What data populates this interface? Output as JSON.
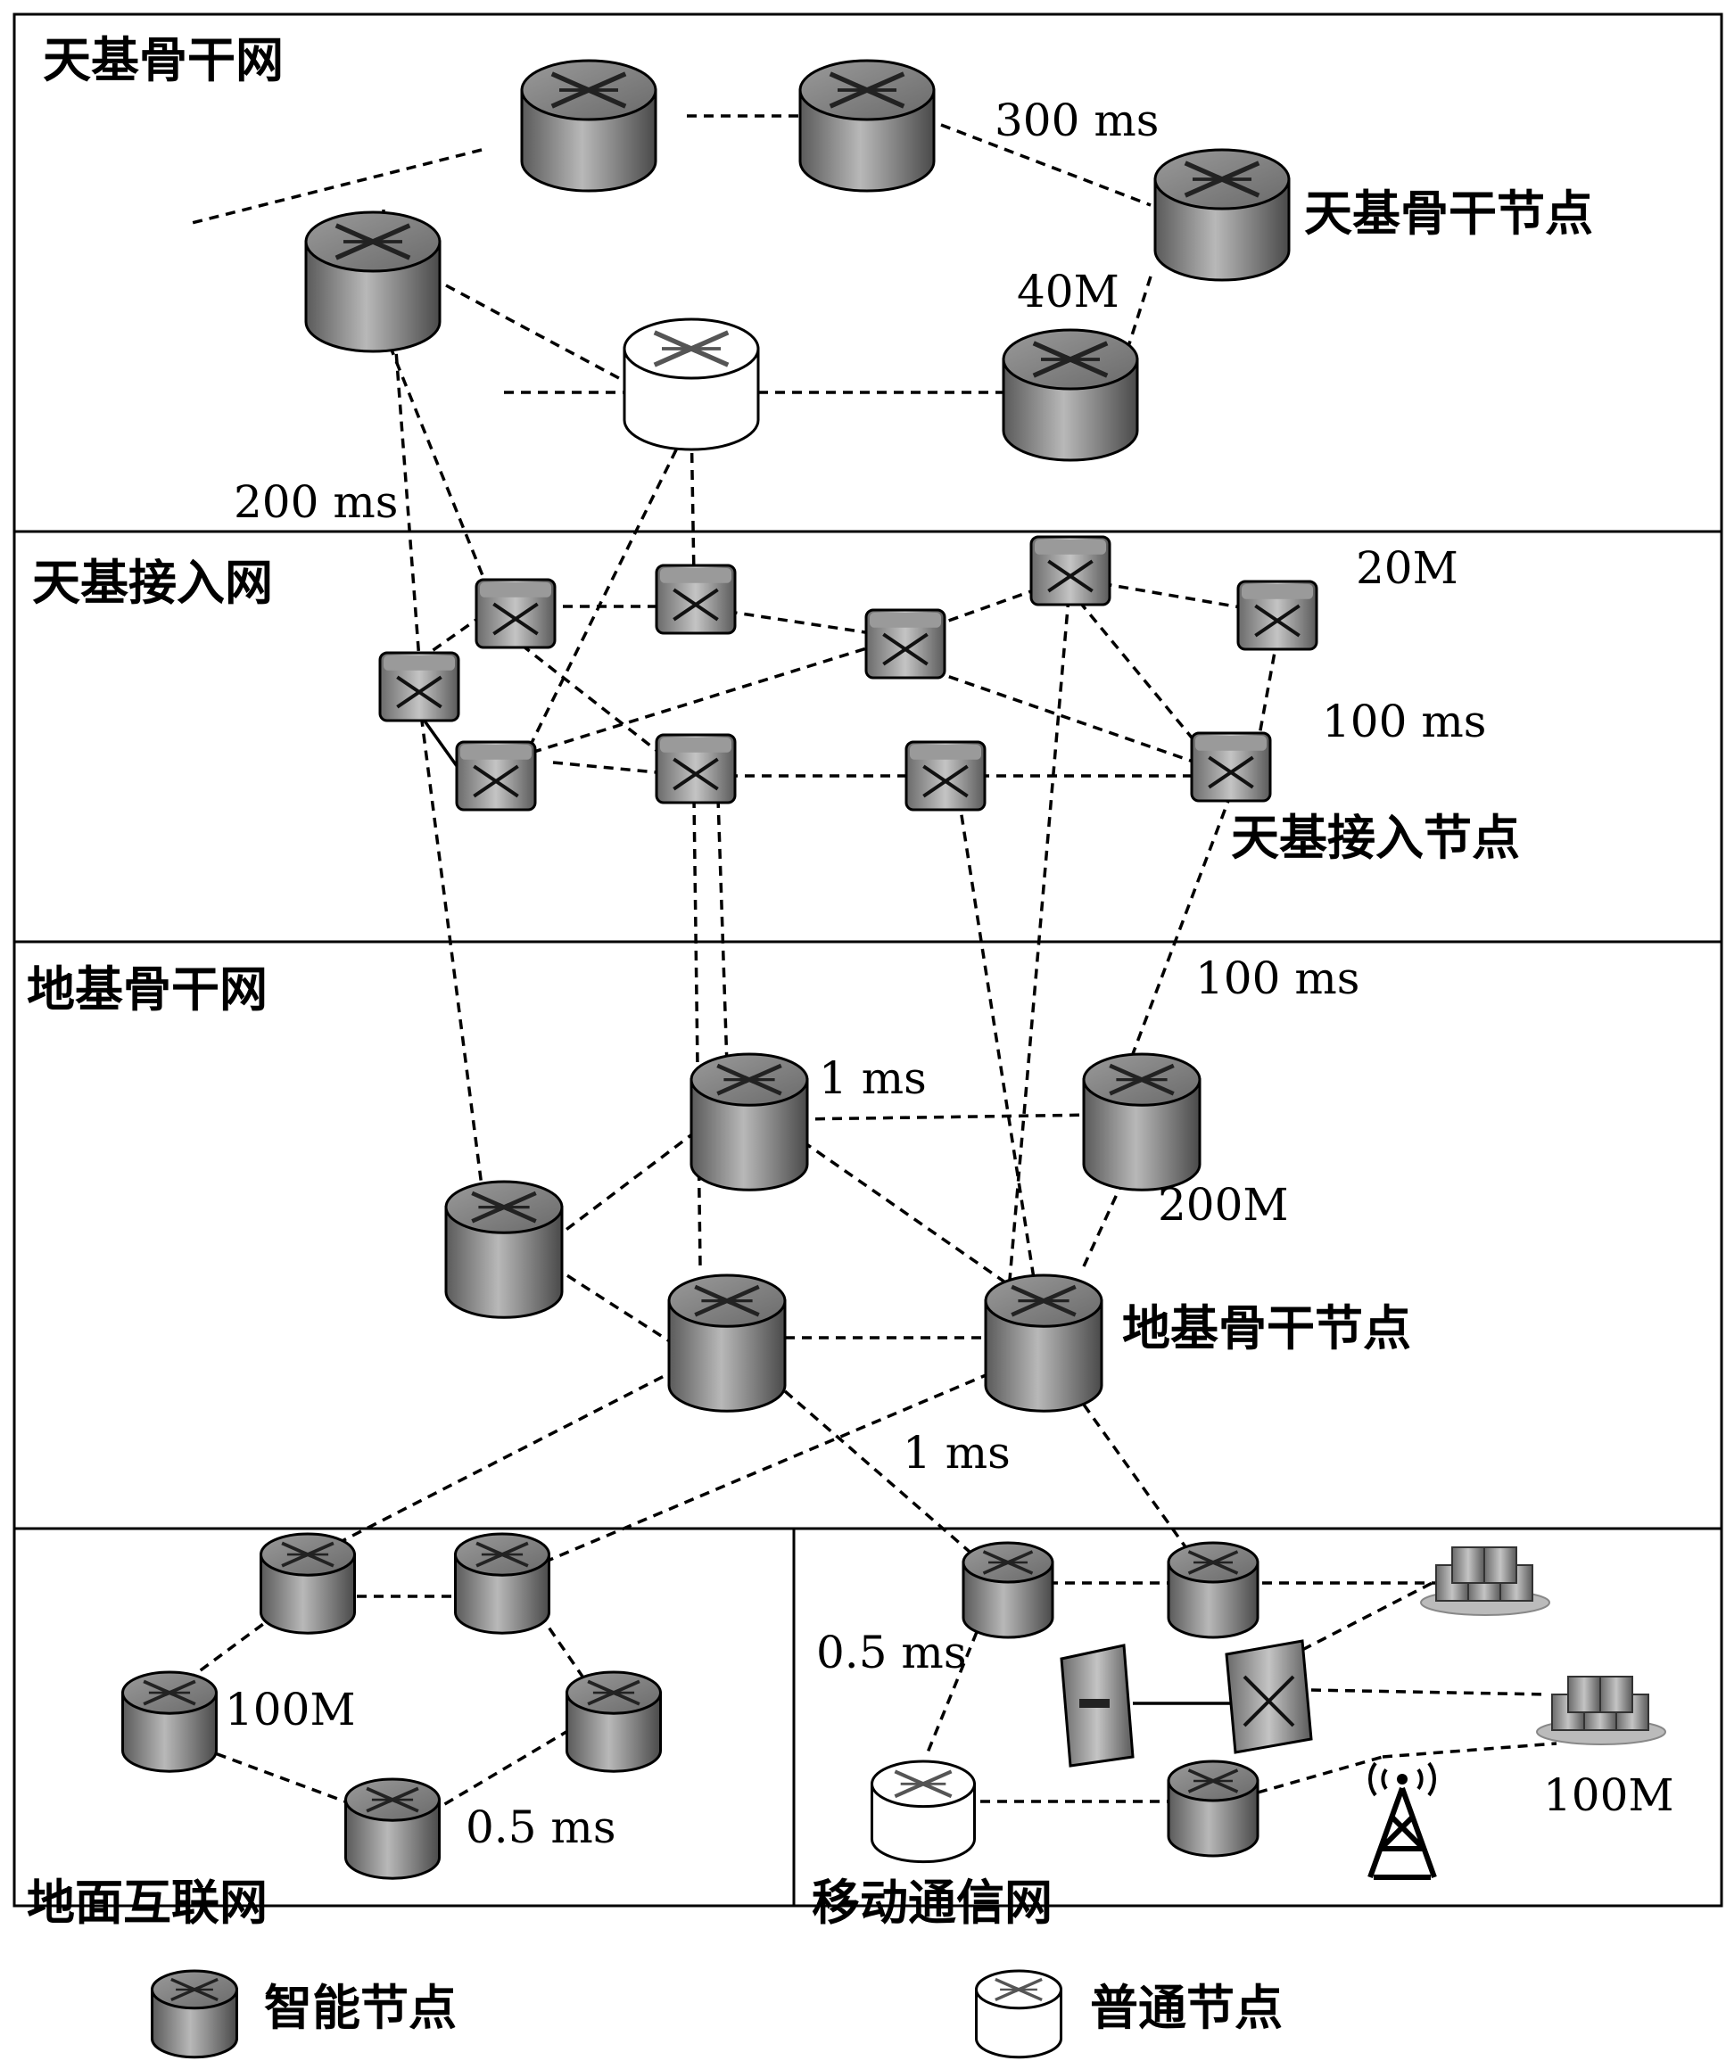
{
  "regions": {
    "space_backbone": "天基骨干网",
    "space_access": "天基接入网",
    "ground_backbone": "地基骨干网",
    "ground_internet": "地面互联网",
    "mobile": "移动通信网"
  },
  "node_labels": {
    "space_backbone": "天基骨干节点",
    "space_access": "天基接入节点",
    "ground_backbone": "地基骨干节点"
  },
  "edge_labels": {
    "sb_delay": "300 ms",
    "sb_bandwidth": "40M",
    "sb_to_sa_delay": "200 ms",
    "sa_bandwidth": "20M",
    "sa_delay": "100 ms",
    "sa_to_gb_delay": "100 ms",
    "gb_delay_top": "1 ms",
    "gb_bandwidth": "200M",
    "gb_delay_bottom": "1 ms",
    "gi_bandwidth": "100M",
    "gi_delay": "0.5 ms",
    "mob_delay": "0.5 ms",
    "mob_bandwidth": "100M"
  },
  "legend": {
    "smart_node": "智能节点",
    "normal_node": "普通节点"
  },
  "colors": {
    "smart_node_body": "#8a8a8a",
    "normal_node_body": "#ffffff",
    "border": "#000000"
  }
}
